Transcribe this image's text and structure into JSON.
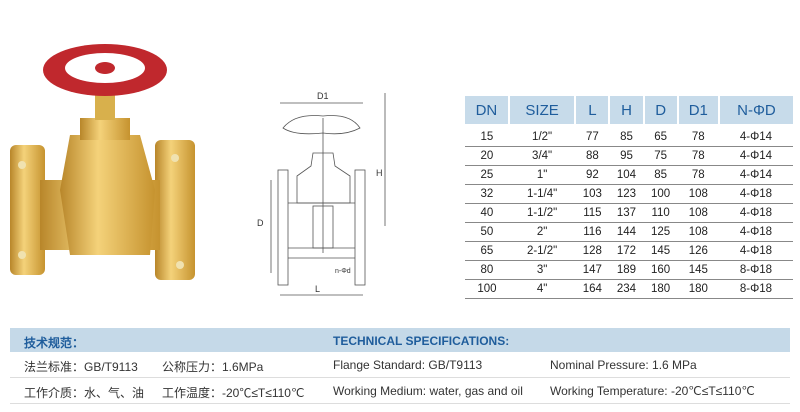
{
  "drawing_labels": {
    "d1": "D1",
    "h": "H",
    "d": "D",
    "l": "L",
    "n_phi_d": "n-Φd"
  },
  "table": {
    "headers": [
      "DN",
      "SIZE",
      "L",
      "H",
      "D",
      "D1",
      "N-ΦD"
    ],
    "rows": [
      [
        "15",
        "1/2\"",
        "77",
        "85",
        "65",
        "78",
        "4-Φ14"
      ],
      [
        "20",
        "3/4\"",
        "88",
        "95",
        "75",
        "78",
        "4-Φ14"
      ],
      [
        "25",
        "1\"",
        "92",
        "104",
        "85",
        "78",
        "4-Φ14"
      ],
      [
        "32",
        "1-1/4\"",
        "103",
        "123",
        "100",
        "108",
        "4-Φ18"
      ],
      [
        "40",
        "1-1/2\"",
        "115",
        "137",
        "110",
        "108",
        "4-Φ18"
      ],
      [
        "50",
        "2\"",
        "116",
        "144",
        "125",
        "108",
        "4-Φ18"
      ],
      [
        "65",
        "2-1/2\"",
        "128",
        "172",
        "145",
        "126",
        "4-Φ18"
      ],
      [
        "80",
        "3\"",
        "147",
        "189",
        "160",
        "145",
        "8-Φ18"
      ],
      [
        "100",
        "4\"",
        "164",
        "234",
        "180",
        "180",
        "8-Φ18"
      ]
    ]
  },
  "specs": {
    "cn_title": "技术规范：",
    "en_title": "TECHNICAL SPECIFICATIONS:",
    "row1": {
      "cn_flange": "法兰标准：GB/T9113",
      "cn_pressure": "公称压力：1.6MPa",
      "en_flange": "Flange Standard: GB/T9113",
      "en_pressure": "Nominal Pressure: 1.6 MPa"
    },
    "row2": {
      "cn_medium": "工作介质：水、气、油",
      "cn_temp": "工作温度：-20℃≤T≤110℃",
      "en_medium": "Working Medium: water, gas and oil",
      "en_temp": "Working Temperature: -20℃≤T≤110℃"
    }
  },
  "colors": {
    "header_bg": "#c7dbea",
    "accent": "#1f5d9c",
    "brass": "#e0b84a",
    "handwheel": "#c0282d"
  }
}
